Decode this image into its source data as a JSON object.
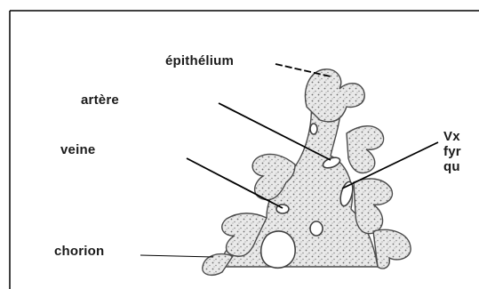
{
  "labels": {
    "epithelium": "épithélium",
    "artere": "artère",
    "veine": "veine",
    "chorion": "chorion",
    "vx_line1": "Vx",
    "vx_line2": "fyr",
    "vx_line3": "qu"
  },
  "colors": {
    "outline": "#4a4a4a",
    "tissue_fill": "#e6e6e6",
    "stipple": "#7a7a7a",
    "arrow": "#000000",
    "text": "#1a1a1a",
    "frame_border": "#000000"
  }
}
